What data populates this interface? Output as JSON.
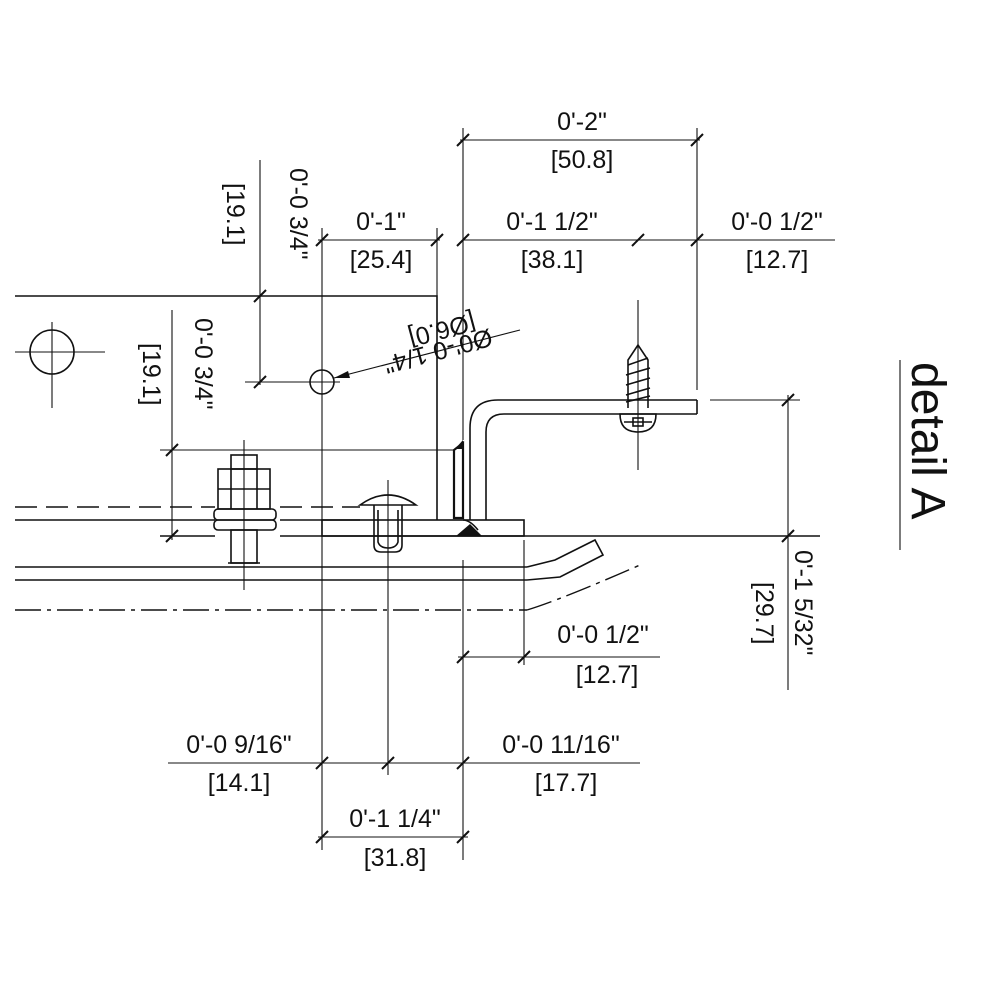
{
  "title": "detail A",
  "dimensions": {
    "top_overall": {
      "imperial": "0'-2\"",
      "metric": "[50.8]"
    },
    "hole_offset_x": {
      "imperial": "0'-1\"",
      "metric": "[25.4]"
    },
    "bracket_to_screw": {
      "imperial": "0'-1 1/2\"",
      "metric": "[38.1]"
    },
    "screw_to_end": {
      "imperial": "0'-0 1/2\"",
      "metric": "[12.7]"
    },
    "upper_vertical": {
      "imperial": "0'-0 3/4\"",
      "metric": "[19.1]"
    },
    "lower_vertical": {
      "imperial": "0'-0 3/4\"",
      "metric": "[19.1]"
    },
    "hole_diameter": {
      "imperial": "Ø0'-0 1/4\"",
      "metric": "[Ø6.0]"
    },
    "overall_height": {
      "imperial": "0'-1 5/32\"",
      "metric": "[29.7]"
    },
    "flange_offset": {
      "imperial": "0'-0 1/2\"",
      "metric": "[12.7]"
    },
    "bottom_left": {
      "imperial": "0'-0 9/16\"",
      "metric": "[14.1]"
    },
    "bottom_right": {
      "imperial": "0'-0 11/16\"",
      "metric": "[17.7]"
    },
    "bottom_span": {
      "imperial": "0'-1 1/4\"",
      "metric": "[31.8]"
    }
  }
}
